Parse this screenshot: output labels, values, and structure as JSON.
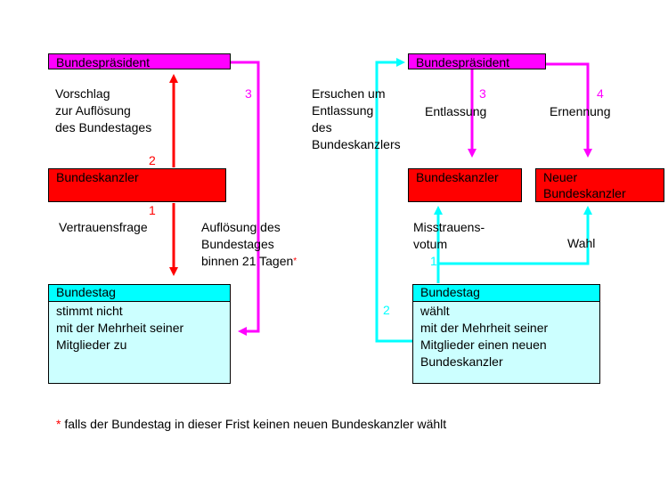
{
  "colors": {
    "magenta": "#ff00ff",
    "red": "#ff0000",
    "cyan": "#00ffff",
    "light_cyan": "#ccffff"
  },
  "left": {
    "president": "Bundespräsident",
    "chancellor": "Bundeskanzler",
    "bundestag_title": "Bundestag",
    "bundestag_text": "stimmt nicht\nmit der Mehrheit seiner\nMitglieder zu",
    "label_proposal": "Vorschlag\nzur Auflösung\ndes Bundestages",
    "label_confidence": "Vertrauensfrage",
    "label_dissolution": "Auflösung des\nBundestages\nbinnen 21 Tagen",
    "asterisk": "*",
    "num1": "1",
    "num2": "2",
    "num3": "3"
  },
  "right": {
    "president": "Bundespräsident",
    "chancellor": "Bundeskanzler",
    "new_chancellor": "Neuer\nBundeskanzler",
    "bundestag_title": "Bundestag",
    "bundestag_text": "wählt\nmit der Mehrheit  seiner\nMitglieder einen neuen\nBundeskanzler",
    "label_request": "Ersuchen um\nEntlassung\ndes\nBundeskanzlers",
    "label_dismissal": "Entlassung",
    "label_appointment": "Ernennung",
    "label_no_confidence": "Misstrauens-\nvotum",
    "label_election": "Wahl",
    "num1": "1",
    "num2": "2",
    "num3": "3",
    "num4": "4"
  },
  "footnote": {
    "star": "*",
    "text": " falls der Bundestag in dieser Frist keinen neuen Bundeskanzler wählt"
  }
}
